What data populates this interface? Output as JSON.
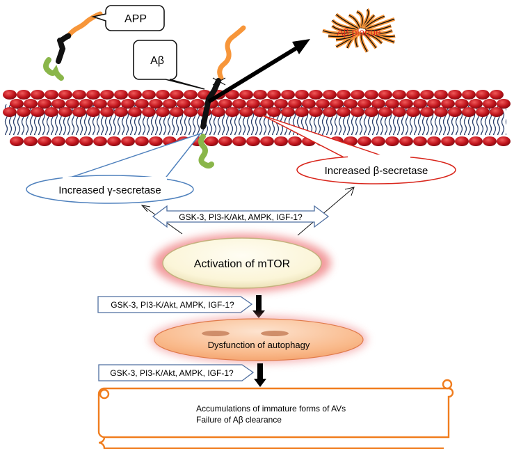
{
  "labels": {
    "app": "APP",
    "abeta": "Aβ",
    "plaque": "Aβ plaque",
    "gamma": "Increased γ-secretase",
    "beta": "Increased β-secretase",
    "pathway_top": "GSK-3, PI3-K/Akt, AMPK, IGF-1?",
    "mtor": "Activation of mTOR",
    "pathway_mid": "GSK-3, PI3-K/Akt, AMPK, IGF-1?",
    "autophagy": "Dysfunction of autophagy",
    "pathway_bottom": "GSK-3, PI3-K/Akt, AMPK, IGF-1?",
    "outcome_line1": "Accumulations of immature forms of AVs",
    "outcome_line2": "Failure of Aβ clearance"
  },
  "colors": {
    "membrane_head": "#c0141c",
    "membrane_tail": "#2a3f6c",
    "app_orange": "#f7963a",
    "app_green": "#8ab64a",
    "gamma_outline": "#4f81bd",
    "beta_outline": "#d9261c",
    "scroll_outline": "#f07d1e",
    "mtor_glow": "#e0686a",
    "autophagy_fill": "#f9b98a"
  }
}
